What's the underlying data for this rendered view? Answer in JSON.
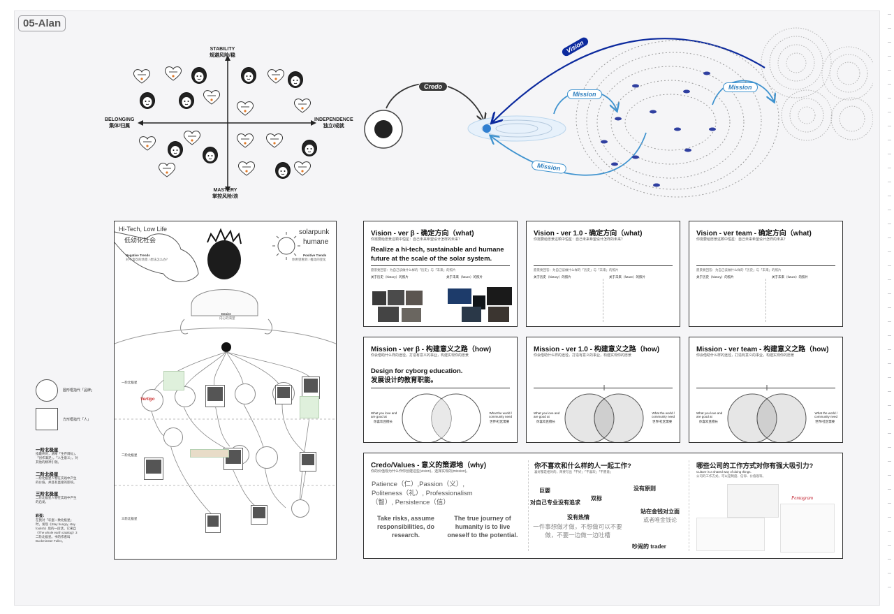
{
  "board": {
    "title": "05-Alan"
  },
  "quadrant": {
    "top": "STABILITY",
    "top_cn": "规避风险/稳",
    "bottom": "MASTERY",
    "bottom_cn": "掌控风险/浪",
    "left": "BELONGING",
    "left_cn": "集体/归属",
    "right": "INDEPENDENCE",
    "right_cn": "独立/成就"
  },
  "diagram": {
    "credo": "Credo",
    "vision": "Vision",
    "mission1": "Mission",
    "mission2": "Mission",
    "mission3": "Mission"
  },
  "poster": {
    "left_title": "Hi-Tech, Low Life",
    "left_cn": "低幼化社会",
    "right_title1": "solarpunk",
    "right_title2": "humane",
    "neg_label": "Negative Trends",
    "neg_cn": "对不喜欢的场景 / 想法怎么办？",
    "pos_label": "Positive Trends",
    "pos_cn": "你希望看到 / 推动的变化",
    "desire": "Desire",
    "desire_cn": "内心的渴望",
    "row1": "一阶北极星",
    "row2": "二阶北极星",
    "row3": "三阶北极星",
    "vertigo": "Vertigo"
  },
  "legend": {
    "circle_label": "圆形框指代「品牌」",
    "square_label": "方形框指代「人」",
    "h1": "一阶北极星",
    "p1": "指最终的，清晰「生存目标」，「创作满足」，「人生意义」，对其他的精神引领。",
    "h2": "二阶北极星",
    "p2": "一阶北极星人物在实践中产生的价值，并且有直接的影响。",
    "h3": "三阶北极星",
    "p3": "二阶北极星人物在实践中产生的启发。",
    "note_h": "彩蛋：",
    "note_p": "在我对「彩蛋一致北极星」时，发现《Stay hungry, stay foolish》后的一段话，它来自《The whole earth catalog》3 二阶北极星。书的作者叫 Buckminster Fuller。"
  },
  "cards": {
    "vision_beta": {
      "title": "Vision - ver β - 确定方向（what)",
      "sub": "你需要给愿景这颗中恒星：自己未来希望设计怎样的未来？",
      "big1": "Realize a hi-tech, sustainable and humane",
      "big2": "future at the scale of the solar system.",
      "hist": "关于历史（history）的照片",
      "fut": "关于未来（future）的照片",
      "note": "愿景要回答：为自己该做什么样的「历史」与「未来」的照片"
    },
    "vision_10": {
      "title": "Vision - ver 1.0 - 确定方向（what)",
      "sub": "你需要给愿景这颗中恒星：自己未来希望设计怎样的未来？",
      "note": "愿景要回答：为自己该做什么样的「历史」与「未来」的照片",
      "hist": "关于历史（history）的照片",
      "fut": "关于未来（future）的照片"
    },
    "vision_team": {
      "title": "Vision - ver team - 确定方向（what)",
      "sub": "你需要给愿景这颗中恒星：自己未来希望设计怎样的未来？",
      "note": "愿景要回答：为自己该做什么样的「历史」与「未来」的照片",
      "hist": "关于历史（history）的照片",
      "fut": "关于未来（future）的照片"
    },
    "mission_beta": {
      "title": "Mission - ver β - 构建意义之路（how)",
      "sub": "你会借助什么样的途径，打造有意义的事业，构建实现你的愿景",
      "big1": "Design for cyborg education.",
      "big2": "发展设计的教育职能。",
      "left": "What you love and are good at",
      "left_cn": "你喜欢且擅长",
      "right": "What the world / community need",
      "right_cn": "世界/社区需要"
    },
    "mission_10": {
      "title": "Mission - ver 1.0 - 构建意义之路（how)",
      "sub": "你会借助什么样的途径，打造有意义的事业，构建实现你的愿景",
      "left": "What you love and are good at",
      "left_cn": "你喜欢且擅长",
      "right": "What the world / community need",
      "right_cn": "世界/社区需要"
    },
    "mission_team": {
      "title": "Mission - ver team - 构建意义之路（how)",
      "sub": "你会借助什么样的途径，打造有意义的事业，构建实现你的愿景",
      "left": "What you love and are good at",
      "left_cn": "你喜欢且擅长",
      "right": "What the world / community need",
      "right_cn": "世界/社区需要"
    },
    "credo": {
      "title": "Credo/Values - 意义的策源地（why)",
      "sub": "你的价值观为什么作你创建这些(vision)，选择实现的(mission)。",
      "values1": "Patience（仁）,Passion（义）,",
      "values2": "Politeness（礼）, Professionalism",
      "values3": "（智）, Persistence（信）",
      "q1": "Take risks, assume responsibilities, do research.",
      "q2": "The true journey of humanity is to live oneself to the potential."
    },
    "dislike": {
      "title": "你不喜欢和什么样的人一起工作?",
      "sub": "喜好都是相对的，简要写出「不好」「不喜欢」「不愿意」",
      "w1": "巨婴",
      "w2": "对自己专业没有追求",
      "w3": "双标",
      "w4": "没有热情",
      "w5": "一件事想做才做，不想做可以不要做，不要一边做一边吐槽",
      "w6": "没有原则",
      "w7": "站在金钱对立面",
      "w8": "或者唯金钱论",
      "w9": "吵闹的 trader"
    },
    "culture": {
      "title": "哪些公司的工作方式对你有强大吸引力?",
      "sub1": "Culture is a shared way of doing things.",
      "sub2": "公司的工作方式，可以是制度、信仰、价值观等。",
      "brand": "Pentagram"
    }
  }
}
